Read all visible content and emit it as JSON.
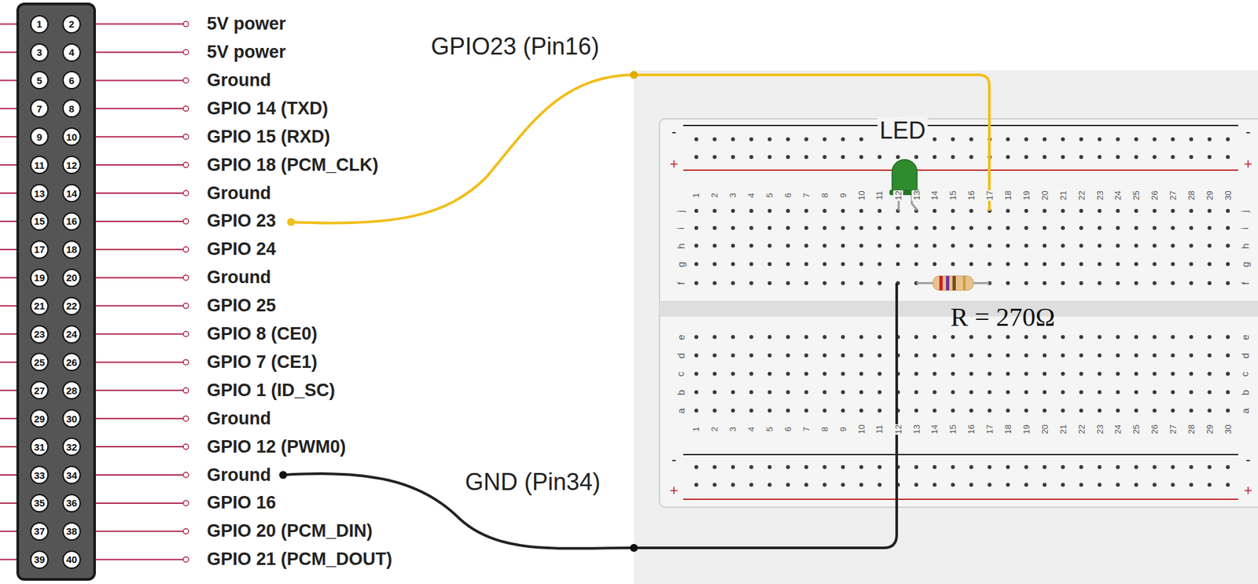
{
  "diagram": {
    "nodes": [
      {
        "text": [
          "1"
        ]
      },
      {
        "text": [
          "2"
        ]
      },
      {
        "text": [
          "3"
        ]
      },
      {
        "text": [
          "4"
        ]
      },
      {
        "text": [
          "5"
        ]
      },
      {
        "text": [
          "6"
        ]
      },
      {
        "text": [
          "7"
        ]
      },
      {
        "text": [
          "8"
        ]
      },
      {
        "text": [
          "9"
        ]
      },
      {
        "text": [
          "10"
        ]
      },
      {
        "text": [
          "11"
        ]
      },
      {
        "text": [
          "12"
        ]
      },
      {
        "text": [
          "13"
        ]
      },
      {
        "text": [
          "14"
        ]
      },
      {
        "text": [
          "15"
        ]
      },
      {
        "text": [
          "16"
        ]
      },
      {
        "text": [
          "17"
        ]
      },
      {
        "text": [
          "18"
        ]
      },
      {
        "text": [
          "19"
        ]
      },
      {
        "text": [
          "20"
        ]
      },
      {
        "text": [
          "21"
        ]
      },
      {
        "text": [
          "22"
        ]
      },
      {
        "text": [
          "23"
        ]
      },
      {
        "text": [
          "24"
        ]
      },
      {
        "text": [
          "25"
        ]
      },
      {
        "text": [
          "26"
        ]
      },
      {
        "text": [
          "27"
        ]
      },
      {
        "text": [
          "28"
        ]
      },
      {
        "text": [
          "29"
        ]
      },
      {
        "text": [
          "30"
        ]
      },
      {
        "text": [
          "31"
        ]
      },
      {
        "text": [
          "32"
        ]
      },
      {
        "text": [
          "33"
        ]
      },
      {
        "text": [
          "34"
        ]
      },
      {
        "text": [
          "35"
        ]
      },
      {
        "text": [
          "36"
        ]
      },
      {
        "text": [
          "37"
        ]
      },
      {
        "text": [
          "38"
        ]
      },
      {
        "text": [
          "39"
        ]
      },
      {
        "text": [
          "40"
        ]
      }
    ],
    "labels": [
      "5V power",
      "5V power",
      "Ground",
      "GPIO 14 (TXD)",
      "GPIO 15 (RXD)",
      "GPIO 18 (PCM_CLK)",
      "Ground",
      "GPIO 23",
      "GPIO 24",
      "Ground",
      "GPIO 25",
      "GPIO 8 (CE0)",
      "GPIO 7 (CE1)",
      "GPIO 1 (ID_SC)",
      "Ground",
      "GPIO 12 (PWM0)",
      "Ground",
      "GPIO 16",
      "GPIO 20 (PCM_DIN)",
      "GPIO 21 (PCM_DOUT)",
      "GPIO23 (Pin16)",
      "LED",
      "R = 270Ω",
      "GND (Pin34)",
      "1",
      "2",
      "3",
      "4",
      "5",
      "6",
      "7",
      "8",
      "9",
      "10",
      "11",
      "12",
      "13",
      "14",
      "15",
      "16",
      "17",
      "18",
      "19",
      "20",
      "21",
      "22",
      "23",
      "24",
      "25",
      "26",
      "27",
      "28",
      "29",
      "30",
      "1",
      "2",
      "3",
      "4",
      "5",
      "6",
      "7",
      "8",
      "9",
      "10",
      "11",
      "12",
      "13",
      "14",
      "15",
      "16",
      "17",
      "18",
      "19",
      "20",
      "21",
      "22",
      "23",
      "24",
      "25",
      "26",
      "27",
      "28",
      "29",
      "30",
      "j",
      "i",
      "h",
      "g",
      "f",
      "e",
      "d",
      "c",
      "b",
      "a",
      "j",
      "i",
      "h",
      "g",
      "f",
      "e",
      "d",
      "c",
      "b",
      "a",
      "-",
      "+",
      "-",
      "+",
      "-",
      "+",
      "-",
      "+"
    ]
  }
}
